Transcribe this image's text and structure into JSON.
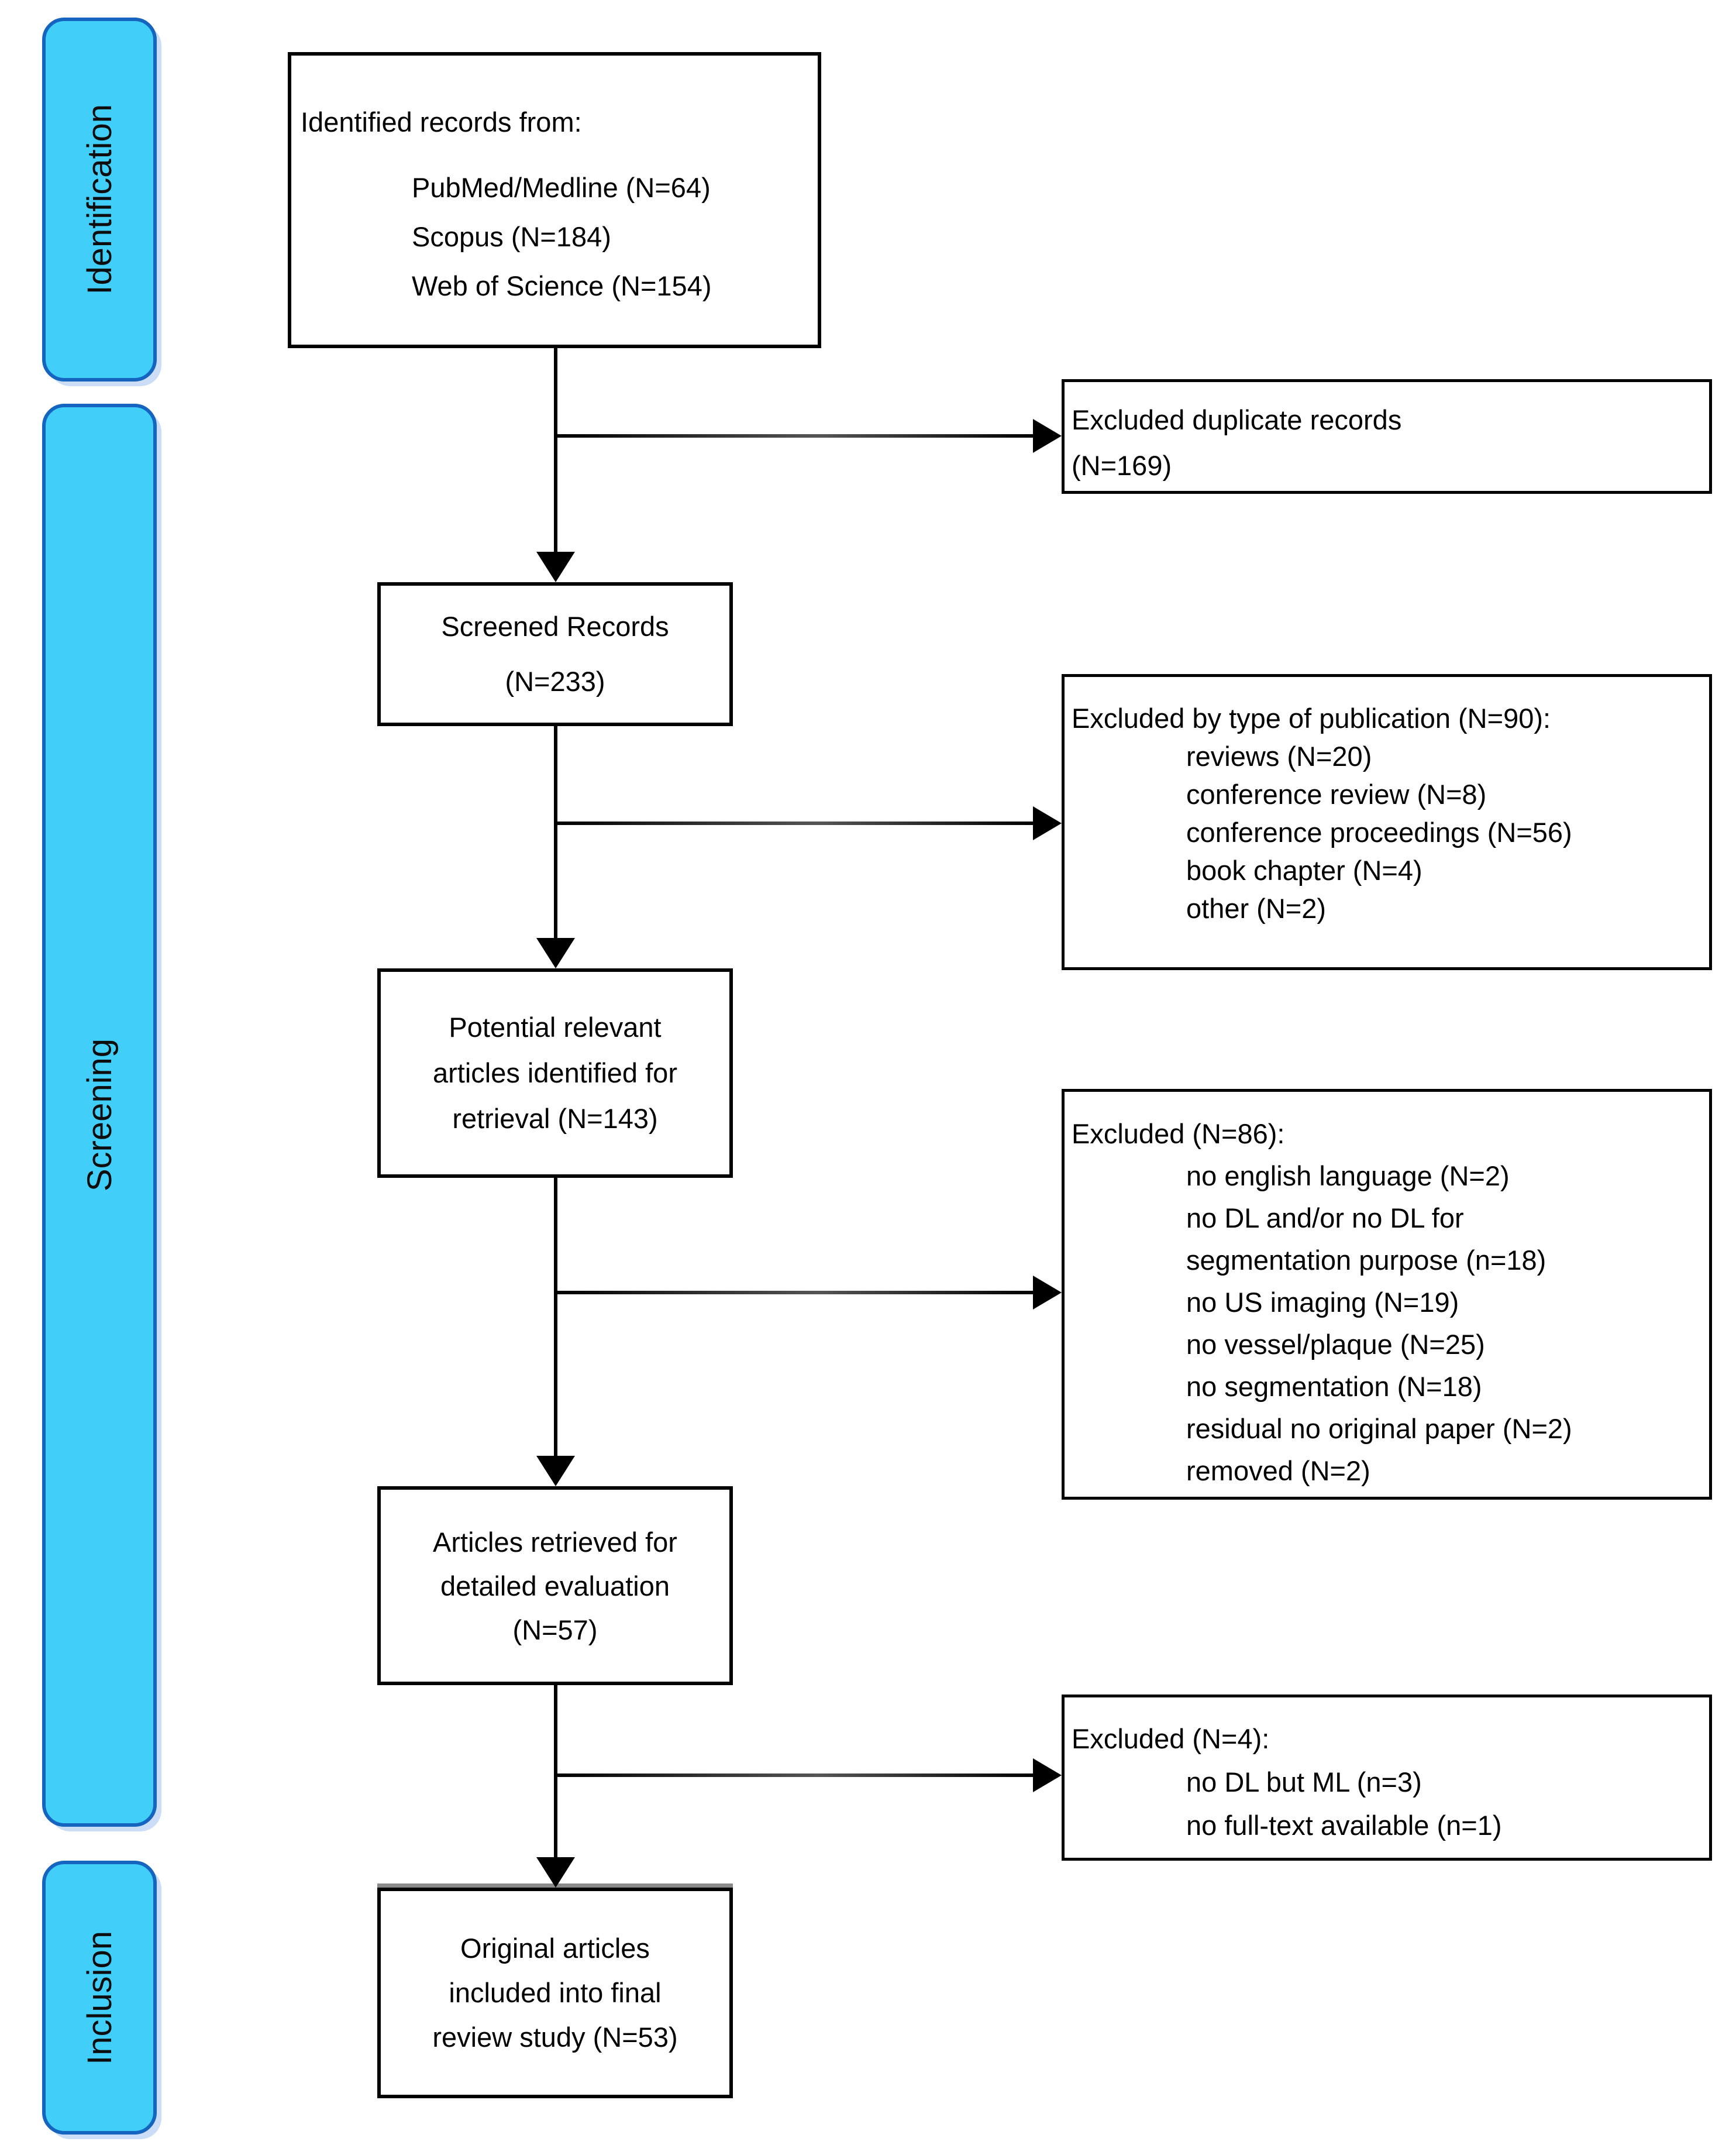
{
  "colors": {
    "background": "#ffffff",
    "stage_fill": "#41cffa",
    "stage_border": "#1565c0",
    "box_border": "#000000",
    "text": "#000000",
    "included_top_strip": "#8a8a8a"
  },
  "stages": [
    {
      "label": "Identification"
    },
    {
      "label": "Screening"
    },
    {
      "label": "Inclusion"
    }
  ],
  "boxes": {
    "identified": {
      "header": "Identified records from:",
      "items": [
        "PubMed/Medline (N=64)",
        "Scopus (N=184)",
        "Web of Science (N=154)"
      ]
    },
    "screened": {
      "lines": [
        "Screened Records",
        "(N=233)"
      ]
    },
    "potential": {
      "lines": [
        "Potential relevant",
        "articles identified for",
        "retrieval (N=143)"
      ]
    },
    "retrieved": {
      "lines": [
        "Articles retrieved for",
        "detailed evaluation",
        "(N=57)"
      ]
    },
    "included": {
      "lines": [
        "Original articles",
        "included into final",
        "review study (N=53)"
      ]
    }
  },
  "exclusions": {
    "duplicates": {
      "lines": [
        "Excluded duplicate records",
        "(N=169)"
      ]
    },
    "publication_type": {
      "header": "Excluded by type of publication (N=90):",
      "items": [
        "reviews (N=20)",
        "conference review (N=8)",
        "conference proceedings (N=56)",
        "book chapter (N=4)",
        "other (N=2)"
      ]
    },
    "detailed_eval": {
      "header": "Excluded (N=86):",
      "items": [
        "no english language (N=2)",
        "no DL and/or no DL for",
        "segmentation purpose (n=18)",
        "no US imaging (N=19)",
        "no vessel/plaque (N=25)",
        "no segmentation (N=18)",
        "residual no original paper (N=2)",
        "removed (N=2)"
      ]
    },
    "final": {
      "header": "Excluded (N=4):",
      "items": [
        "no DL but ML (n=3)",
        "no full-text available (n=1)"
      ]
    }
  }
}
